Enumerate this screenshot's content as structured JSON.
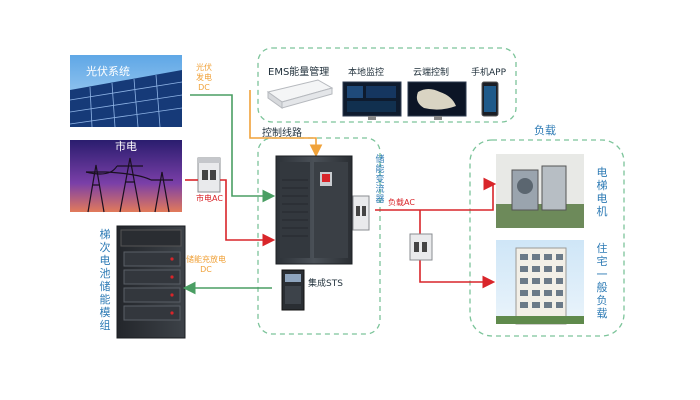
{
  "sources": {
    "pv_label": "光伏系统",
    "grid_label": "市电",
    "battery_label": [
      "梯",
      "次",
      "电",
      "池",
      "储",
      "能",
      "模",
      "组"
    ]
  },
  "links": {
    "pv_dc": [
      "光伏",
      "发电",
      "DC"
    ],
    "grid_ac": "市电AC",
    "battery_dc": [
      "储能充放电",
      "DC"
    ],
    "control_line": "控制线路",
    "load_ac": "负载AC"
  },
  "ems": {
    "title": "EMS能量管理",
    "local": "本地监控",
    "cloud": "云端控制",
    "app": "手机APP"
  },
  "center": {
    "pcs_label": [
      "储",
      "能",
      "变",
      "流",
      "器"
    ],
    "sts_label": "集成STS"
  },
  "loads": {
    "title": "负载",
    "elevator": [
      "电",
      "梯",
      "电",
      "机"
    ],
    "residential": [
      "住",
      "宅",
      "一",
      "般",
      "负",
      "载"
    ]
  },
  "colors": {
    "green": "#4a9e63",
    "red": "#d9252a",
    "orange": "#f0a23a",
    "dash": "#7cc49a",
    "text": "#1f2f3a",
    "accent": "#2e7bb5"
  }
}
